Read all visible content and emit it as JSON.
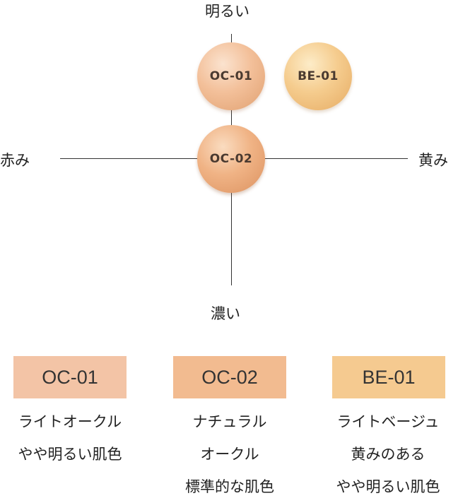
{
  "axes": {
    "top": "明るい",
    "bottom": "濃い",
    "left": "赤み",
    "right": "黄み"
  },
  "balls": [
    {
      "id": "oc01",
      "label": "OC-01"
    },
    {
      "id": "be01",
      "label": "BE-01"
    },
    {
      "id": "oc02",
      "label": "OC-02"
    }
  ],
  "swatches": [
    {
      "label": "OC-01",
      "color": "#f3c4a6",
      "lines": [
        "ライトオークル",
        "やや明るい肌色"
      ]
    },
    {
      "label": "OC-02",
      "color": "#f2bb90",
      "lines": [
        "ナチュラル",
        "オークル",
        "標準的な肌色"
      ]
    },
    {
      "label": "BE-01",
      "color": "#f5ca90",
      "lines": [
        "ライトベージュ",
        "黄みのある",
        "やや明るい肌色"
      ]
    }
  ]
}
